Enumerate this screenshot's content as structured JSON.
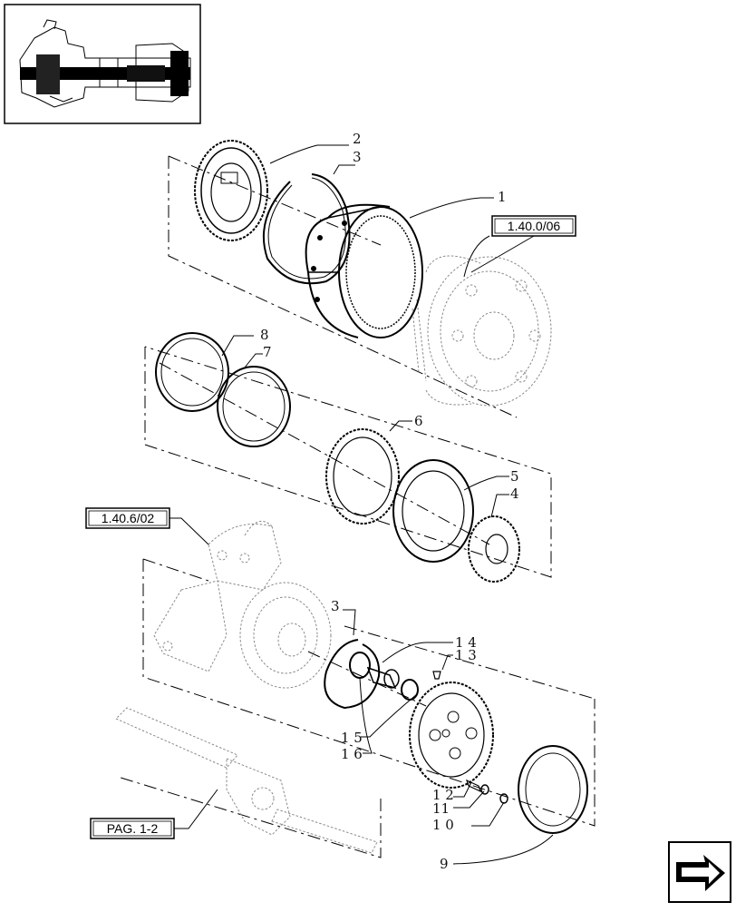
{
  "diagram": {
    "part_numbers": {
      "p1": "1",
      "p2": "2",
      "p3a": "3",
      "p3b": "3",
      "p4": "4",
      "p5": "5",
      "p6": "6",
      "p7": "7",
      "p8": "8",
      "p9": "9",
      "p10": "1 0",
      "p11": "11",
      "p12": "1 2",
      "p13": "1 3",
      "p14": "1 4",
      "p15": "1 5",
      "p16": "1 6"
    },
    "references": {
      "ref_top": "1.40.0/06",
      "ref_mid": "1.40.6/02",
      "ref_page": "PAG. 1-2"
    }
  },
  "icons": {
    "thumbnail": "axle-assembly-thumbnail-icon",
    "nav": "next-page-arrow-icon"
  }
}
